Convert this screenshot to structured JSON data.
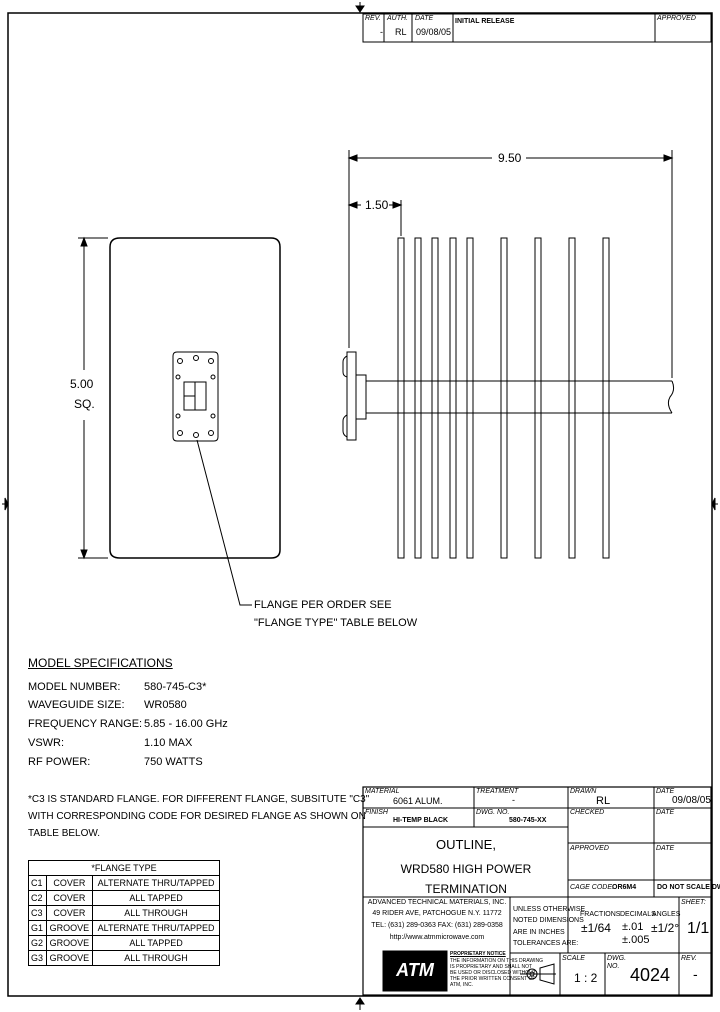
{
  "revision_block": {
    "headers": {
      "rev": "REV.",
      "auth": "AUTH.",
      "date": "DATE",
      "approved": "APPROVED"
    },
    "rev": "-",
    "auth": "RL",
    "date": "09/08/05",
    "description": "INITIAL RELEASE"
  },
  "dimensions": {
    "overall_length": "9.50",
    "flange_offset": "1.50",
    "height": "5.00",
    "height_note": "SQ."
  },
  "callout": {
    "line1": "FLANGE PER ORDER SEE",
    "line2": "\"FLANGE TYPE\" TABLE BELOW"
  },
  "specs": {
    "title": "MODEL SPECIFICATIONS",
    "rows": [
      {
        "label": "MODEL NUMBER:",
        "value": "580-745-C3*"
      },
      {
        "label": "WAVEGUIDE SIZE:",
        "value": "WR0580"
      },
      {
        "label": "FREQUENCY RANGE:",
        "value": "5.85 - 16.00 GHz"
      },
      {
        "label": "VSWR:",
        "value": "1.10 MAX"
      },
      {
        "label": "RF POWER:",
        "value": "750 WATTS"
      }
    ]
  },
  "note": {
    "line1": "*C3 IS STANDARD FLANGE.  FOR DIFFERENT FLANGE, SUBSITUTE \"C3\"",
    "line2": "WITH CORRESPONDING CODE FOR DESIRED FLANGE AS SHOWN ON",
    "line3": "TABLE BELOW."
  },
  "flange_table": {
    "title": "*FLANGE TYPE",
    "rows": [
      [
        "C1",
        "COVER",
        "ALTERNATE THRU/TAPPED"
      ],
      [
        "C2",
        "COVER",
        "ALL TAPPED"
      ],
      [
        "C3",
        "COVER",
        "ALL THROUGH"
      ],
      [
        "G1",
        "GROOVE",
        "ALTERNATE THRU/TAPPED"
      ],
      [
        "G2",
        "GROOVE",
        "ALL TAPPED"
      ],
      [
        "G3",
        "GROOVE",
        "ALL THROUGH"
      ]
    ]
  },
  "title_block": {
    "material_label": "MATERIAL",
    "material": "6061 ALUM.",
    "treatment_label": "TREATMENT",
    "treatment": "-",
    "drawn_label": "DRAWN",
    "drawn": "RL",
    "drawn_date_label": "DATE",
    "drawn_date": "09/08/05",
    "finish_label": "FINISH",
    "finish": "HI-TEMP BLACK",
    "dwg_label": "DWG. NO.",
    "dwg_part": "580-745-XX",
    "checked_label": "CHECKED",
    "checked_date_label": "DATE",
    "title1": "OUTLINE,",
    "title2": "WRD580 HIGH POWER",
    "title3": "TERMINATION",
    "approved_label": "APPROVED",
    "approved_date_label": "DATE",
    "cage_label": "CAGE CODE:",
    "cage": "OR6M4",
    "no_scale": "DO NOT SCALE DWG",
    "company1": "ADVANCED TECHNICAL MATERIALS, INC.",
    "company2": "49 RIDER AVE, PATCHOGUE N.Y. 11772",
    "company3": "TEL: (631) 289-0363  FAX: (631) 289-0358",
    "company4": "http://www.atmmicrowave.com",
    "logo": "ATM",
    "prop_title": "PROPRIETARY NOTICE",
    "prop1": "THE INFORMATION ON THIS DRAWING",
    "prop2": "IS PROPRIETARY AND SHALL NOT",
    "prop3": "BE USED OR DISCLOSED WITHOUT",
    "prop4": "THE PRIOR WRITTEN CONSENT OF",
    "prop5": "ATM, INC.",
    "unless1": "UNLESS OTHERWISE",
    "unless2": "NOTED DIMENSIONS",
    "unless3": "ARE IN INCHES",
    "unless4": "TOLERANCES ARE:",
    "fractions_label": "FRACTIONS",
    "fractions": "±1/64",
    "decimals_label": "DECIMALS",
    "decimals1": "±.01",
    "decimals2": "±.005",
    "angles_label": "ANGLES",
    "angles": "±1/2°",
    "sheet_label": "SHEET:",
    "sheet": "1/1",
    "scale_label": "SCALE",
    "scale": "1 : 2",
    "dwg_no_label": "DWG. NO.",
    "dwg_no": "4024",
    "rev_label": "REV.",
    "rev": "-"
  }
}
